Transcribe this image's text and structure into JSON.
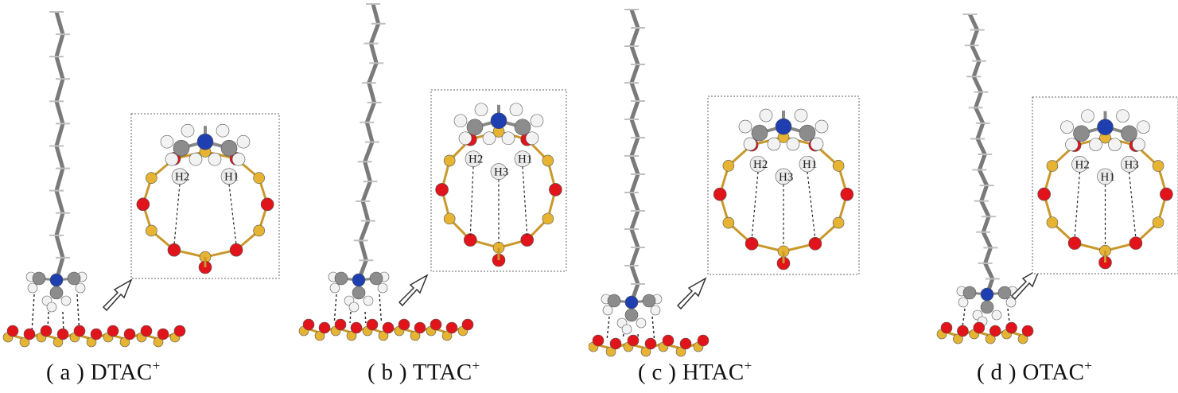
{
  "panels": [
    {
      "letter": "a",
      "name": "DTAC",
      "charge": "+",
      "hbonds": [
        "H2",
        "H1"
      ]
    },
    {
      "letter": "b",
      "name": "TTAC",
      "charge": "+",
      "hbonds": [
        "H2",
        "H1",
        "H3"
      ]
    },
    {
      "letter": "c",
      "name": "HTAC",
      "charge": "+",
      "hbonds": [
        "H2",
        "H1",
        "H3"
      ]
    },
    {
      "letter": "d",
      "name": "OTAC",
      "charge": "+",
      "hbonds": [
        "H2",
        "H3",
        "H1"
      ]
    }
  ],
  "colors": {
    "oxygen": "#e0141a",
    "silicon": "#e6b432",
    "nitrogen": "#1f3fb0",
    "carbon": "#8c8c8c",
    "hydrogen": "#f2f2f2",
    "frame": "#666666"
  }
}
